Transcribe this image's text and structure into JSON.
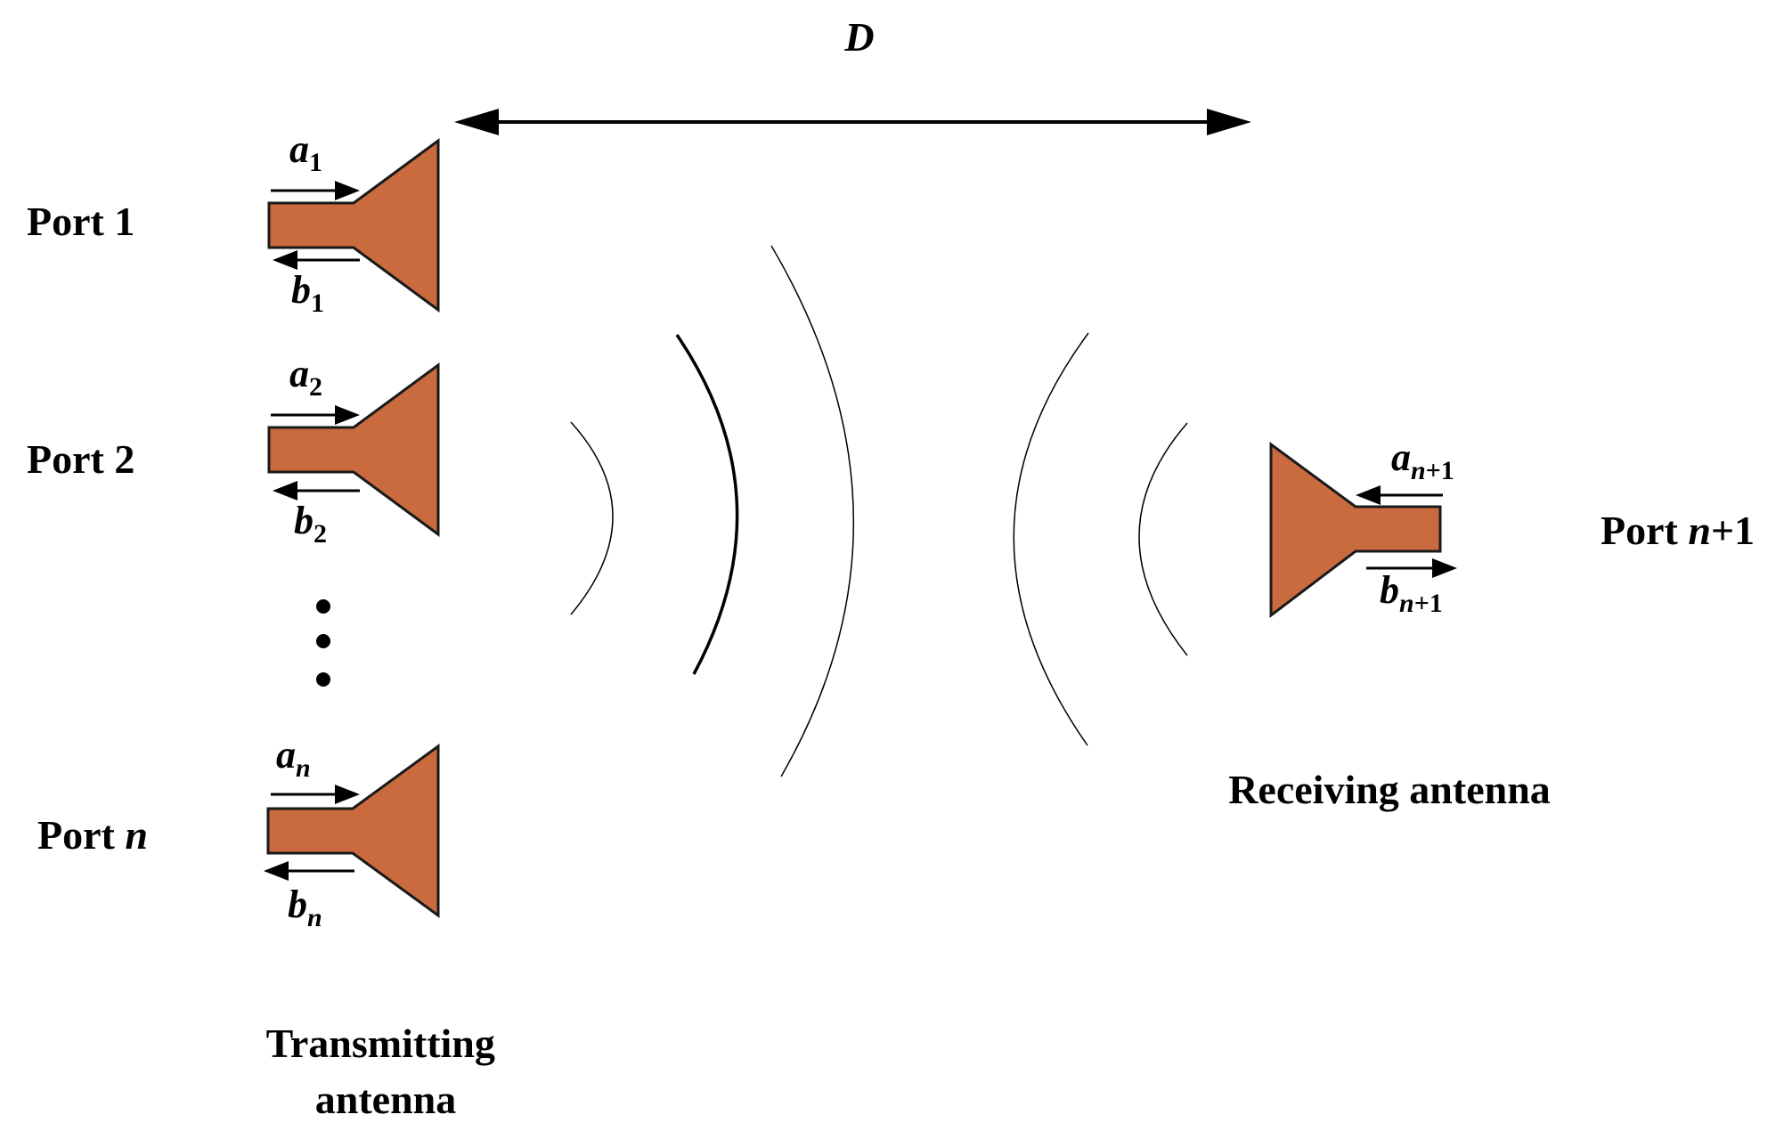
{
  "distance": {
    "label": "D"
  },
  "transmit": {
    "ports": [
      {
        "port_prefix": "Port",
        "port_id": "1",
        "a_sym": "a",
        "a_sub": "1",
        "b_sym": "b",
        "b_sub": "1"
      },
      {
        "port_prefix": "Port",
        "port_id": "2",
        "a_sym": "a",
        "a_sub": "2",
        "b_sym": "b",
        "b_sub": "2"
      },
      {
        "port_prefix": "Port",
        "port_id": "n",
        "a_sym": "a",
        "a_sub": "n",
        "b_sym": "b",
        "b_sub": "n"
      }
    ],
    "label_line1": "Transmitting",
    "label_line2": "antenna"
  },
  "receive": {
    "port_prefix": "Port",
    "port_var": "n",
    "port_suffix": "+1",
    "a_sym": "a",
    "a_sub_var": "n",
    "a_sub_rest": "+1",
    "b_sym": "b",
    "b_sub_var": "n",
    "b_sub_rest": "+1",
    "label": "Receiving antenna"
  },
  "colors": {
    "antenna": "#c96b3f",
    "outline": "#1a1a1a",
    "ink": "#000000"
  }
}
